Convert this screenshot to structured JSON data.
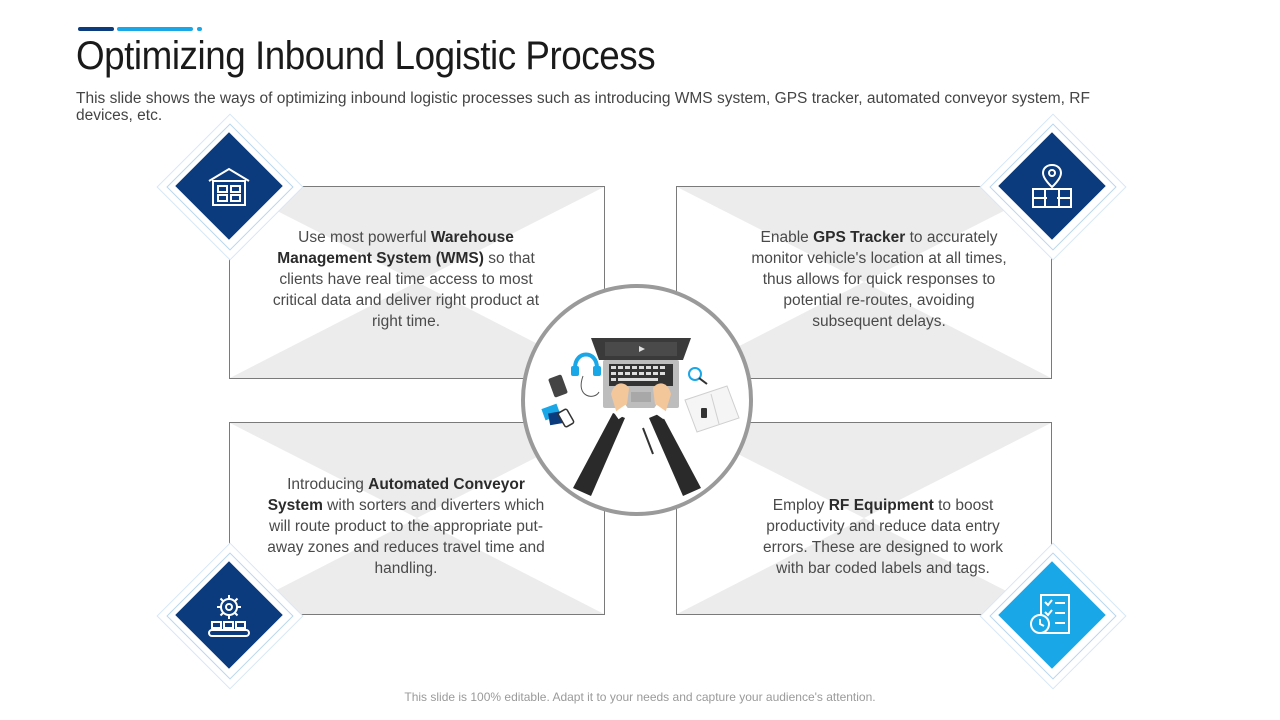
{
  "slide": {
    "title": "Optimizing Inbound Logistic Process",
    "subtitle": "This slide shows the ways of optimizing inbound logistic processes such as introducing WMS system, GPS tracker, automated conveyor system, RF devices, etc.",
    "footer": "This slide is 100% editable. Adapt it to your needs and capture your audience's attention."
  },
  "colors": {
    "accent_dark": "#0b3b7c",
    "accent_light": "#1aa7e8",
    "card_shade": "#ececec"
  },
  "cards": {
    "wms": {
      "icon": "warehouse-icon",
      "pre": "Use most powerful ",
      "bold": "Warehouse Management System (WMS)",
      "post": " so that clients have real time access to most critical data and deliver right product at right time."
    },
    "gps": {
      "icon": "gps-map-pin-icon",
      "pre": "Enable ",
      "bold": "GPS Tracker",
      "post": " to accurately monitor vehicle's location at all times, thus allows for quick responses to potential re-routes, avoiding subsequent delays."
    },
    "conveyor": {
      "icon": "gear-conveyor-icon",
      "pre": "Introducing ",
      "bold": "Automated Conveyor System",
      "post": " with sorters and diverters which will route product to the appropriate put-away zones and reduces travel time and handling."
    },
    "rf": {
      "icon": "checklist-clock-icon",
      "pre": "Employ ",
      "bold": "RF Equipment",
      "post": " to boost productivity and reduce data entry errors. These are designed to work with bar coded labels and tags."
    },
    "center_image": "laptop-workspace-illustration"
  }
}
